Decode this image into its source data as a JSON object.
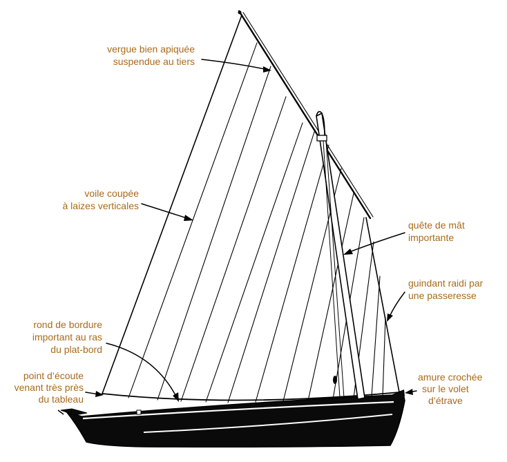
{
  "colors": {
    "label": "#a86a1a",
    "ink": "#000000",
    "hull": "#0a0a0a"
  },
  "labels": {
    "vergue": [
      "vergue bien apiquée",
      "suspendue au tiers"
    ],
    "voile": [
      "voile coupée",
      "à laizes verticales"
    ],
    "quete": [
      "quête de mât",
      "importante"
    ],
    "guindant": [
      "guindant raidi par",
      "une passeresse"
    ],
    "rond": [
      "rond de bordure",
      "important au ras",
      "du plat-bord"
    ],
    "ecoute": [
      "point d’écoute",
      "venant très près",
      "du tableau"
    ],
    "amure": [
      "amure crochée",
      "sur le volet",
      "d’étrave"
    ]
  }
}
